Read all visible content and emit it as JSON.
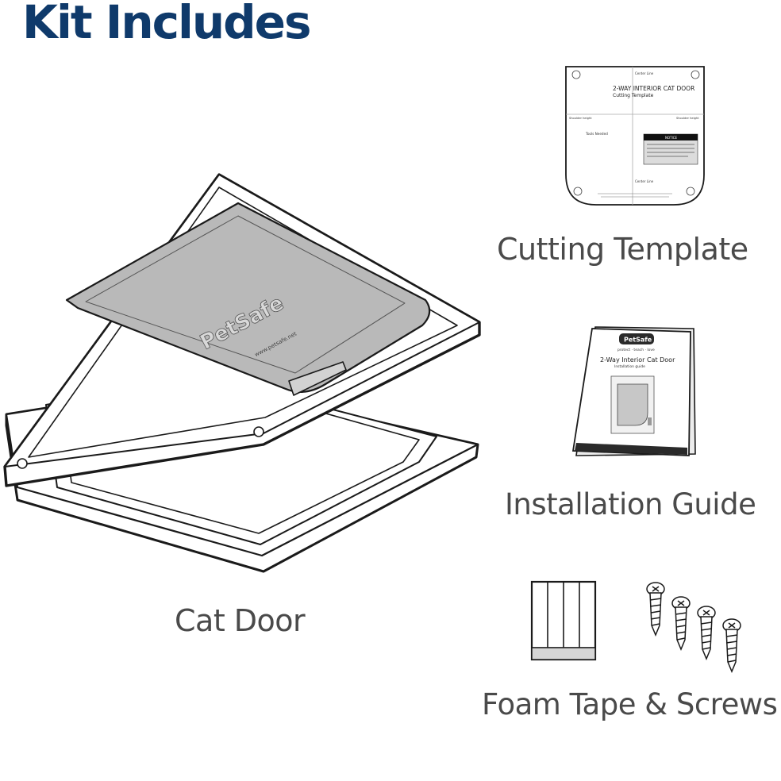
{
  "heading": "Kit Includes",
  "items": [
    {
      "caption": "Cutting Template",
      "icon": "cutting-template-icon"
    },
    {
      "caption": "Installation Guide",
      "icon": "installation-guide-icon"
    },
    {
      "caption": "Cat Door",
      "icon": "cat-door-icon"
    },
    {
      "caption": "Foam Tape & Screws",
      "icon": "foam-tape-and-screws-icon"
    }
  ],
  "template_sheet": {
    "title": "2-WAY INTERIOR CAT DOOR",
    "subtitle": "Cutting Template",
    "center_line": "Center Line",
    "shoulder_height": "Shoulder height",
    "tools_needed": "Tools Needed",
    "notice": "NOTICE"
  },
  "guide_book": {
    "brand": "PetSafe",
    "tagline": "protect · teach · love",
    "title": "2-Way Interior Cat Door",
    "subtitle": "Installation guide"
  },
  "door_flap": {
    "brand": "PetSafe",
    "url": "www.petsafe.net"
  },
  "colors": {
    "heading": "#0f3a6b",
    "caption": "#4a4a4a",
    "line": "#1a1a1a",
    "flap": "#b9b9b9"
  }
}
